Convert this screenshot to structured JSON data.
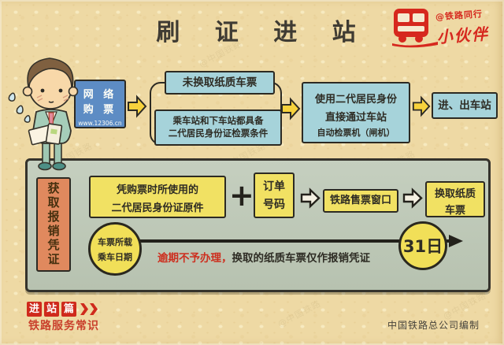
{
  "title": "刷 证 进 站",
  "logo": {
    "line1": "@铁路同行",
    "line2": "小伙伴"
  },
  "watermark": "@中国铁路",
  "top_flow": {
    "web_box": {
      "line1": "网 络",
      "line2": "购 票",
      "url": "www.12306.cn"
    },
    "condition_box1": "未换取纸质车票",
    "condition_box2": {
      "line1": "乘车站和下车站都具备",
      "line2": "二代居民身份证检票条件"
    },
    "gate_box": {
      "line1": "使用二代居民身份",
      "line2": "直接通过车站",
      "line3": "自动检票机（闸机）"
    },
    "result_box": "进、出车站"
  },
  "reimburse": {
    "label": "获取报销凭证",
    "id_box": {
      "line1": "凭购票时所使用的",
      "line2": "二代居民身份证原件"
    },
    "plus": "+",
    "order_box": {
      "line1": "订单",
      "line2": "号码"
    },
    "window_box": "铁路售票窗口",
    "paper_box": {
      "line1": "换取纸质",
      "line2": "车票"
    },
    "date_circle": {
      "line1": "车票所载",
      "line2": "乘车日期"
    },
    "deadline_circle": "31日",
    "warning": {
      "red": "逾期不予办理，",
      "black": "换取的纸质车票仅作报销凭证"
    }
  },
  "footer": {
    "series_chars": [
      "进",
      "站",
      "篇"
    ],
    "series_subtitle": "铁路服务常识",
    "credit": "中国铁路总公司编制"
  },
  "colors": {
    "paper": "#eed9a4",
    "band": "#bfc9b8",
    "web_box_blue": "#5d8cc4",
    "light_blue": "#a6d3da",
    "yellow_box": "#f1e163",
    "arrow_yellow": "#f7d23c",
    "orange_label": "#e0895e",
    "red_accent": "#cd2f1f",
    "logo_red": "#d6281e"
  }
}
